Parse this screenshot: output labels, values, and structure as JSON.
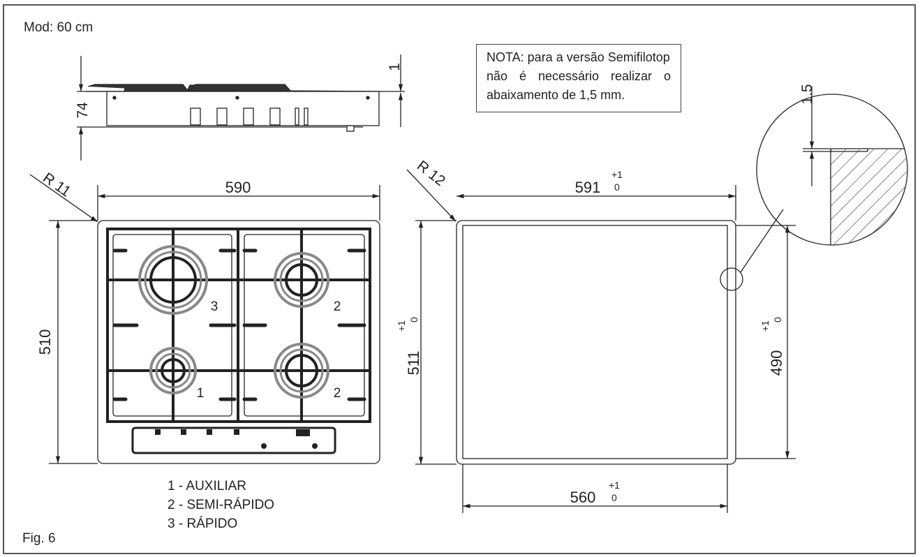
{
  "figure": {
    "model_label": "Mod: 60 cm",
    "figure_label": "Fig. 6"
  },
  "note": {
    "lines": [
      "NOTA: para a versão Semifilotop",
      "não é necessário realizar o",
      "abaixamento de 1,5 mm."
    ]
  },
  "side_view": {
    "height_dim": "74",
    "offset_dim": "1"
  },
  "hob_top_view": {
    "radius_label": "R 11",
    "width_dim": "590",
    "depth_dim": "510",
    "burners": [
      {
        "position": "top-left",
        "type_number": "3"
      },
      {
        "position": "top-right",
        "type_number": "2"
      },
      {
        "position": "bottom-left",
        "type_number": "1"
      },
      {
        "position": "bottom-right",
        "type_number": "2"
      }
    ]
  },
  "cutout_view": {
    "radius_label": "R 12",
    "outer_width": "591",
    "outer_width_tol_upper": "+1",
    "outer_width_tol_lower": "0",
    "outer_depth": "511",
    "outer_depth_tol_upper": "+1",
    "outer_depth_tol_lower": "0",
    "inner_width": "560",
    "inner_width_tol_upper": "+1",
    "inner_width_tol_lower": "0",
    "inner_depth": "490",
    "inner_depth_tol_upper": "+1",
    "inner_depth_tol_lower": "0"
  },
  "detail_view": {
    "recess_dim": "1.5"
  },
  "legend": {
    "items": [
      "1 - AUXILIAR",
      "2 - SEMI-RÁPIDO",
      "3 - RÁPIDO"
    ]
  }
}
